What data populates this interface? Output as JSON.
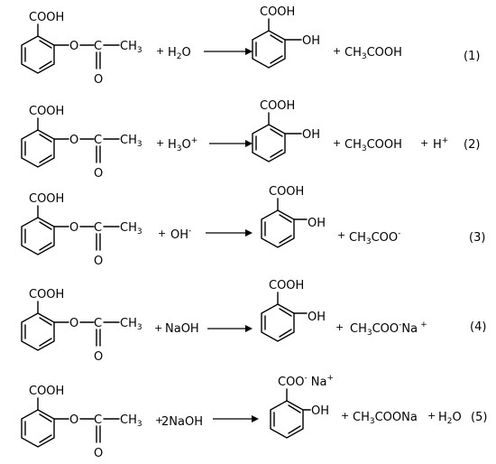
{
  "labels": {
    "cooh": "COOH",
    "oh": "OH",
    "ester_o": "O",
    "ch3": "CH",
    "three": "3",
    "carbonyl_o": "O",
    "c": "C",
    "plus": "+"
  },
  "equations": [
    {
      "reagent": {
        "main": "H",
        "sub": "2",
        "tail": "O",
        "sup": ""
      },
      "product_acid": "COOH",
      "product_acid_sup": "",
      "byproduct": {
        "a": "CH",
        "sub": "3",
        "b": "COOH",
        "sup": "",
        "tail": ""
      },
      "extra": {
        "text": "",
        "sup": ""
      },
      "number": "(1)"
    },
    {
      "reagent": {
        "main": "H",
        "sub": "3",
        "tail": "O",
        "sup": "+"
      },
      "product_acid": "COOH",
      "product_acid_sup": "",
      "byproduct": {
        "a": "CH",
        "sub": "3",
        "b": "COOH",
        "sup": "",
        "tail": ""
      },
      "extra": {
        "text": "H",
        "sup": "+"
      },
      "number": "(2)"
    },
    {
      "reagent": {
        "main": "OH",
        "sub": "",
        "tail": "",
        "sup": "-"
      },
      "product_acid": "COOH",
      "product_acid_sup": "",
      "byproduct": {
        "a": "CH",
        "sub": "3",
        "b": "COO",
        "sup": "-",
        "tail": ""
      },
      "extra": {
        "text": "",
        "sup": ""
      },
      "number": "(3)"
    },
    {
      "reagent": {
        "main": "NaOH",
        "sub": "",
        "tail": "",
        "sup": ""
      },
      "product_acid": "COOH",
      "product_acid_sup": "",
      "byproduct": {
        "a": "CH",
        "sub": "3",
        "b": "COO",
        "sup": "-",
        "tail": "Na",
        "tail_sup": "+"
      },
      "extra": {
        "text": "",
        "sup": ""
      },
      "number": "(4)"
    },
    {
      "reagent": {
        "main": "2NaOH",
        "sub": "",
        "tail": "",
        "sup": ""
      },
      "product_acid": "COO",
      "product_acid_sup": "-",
      "product_acid_ion": "Na",
      "product_acid_ion_sup": "+",
      "byproduct": {
        "a": "CH",
        "sub": "3",
        "b": "COONa",
        "sup": "",
        "tail": ""
      },
      "extra": {
        "text": "H",
        "sub": "2",
        "tail": "O"
      },
      "number": "(5)"
    }
  ]
}
